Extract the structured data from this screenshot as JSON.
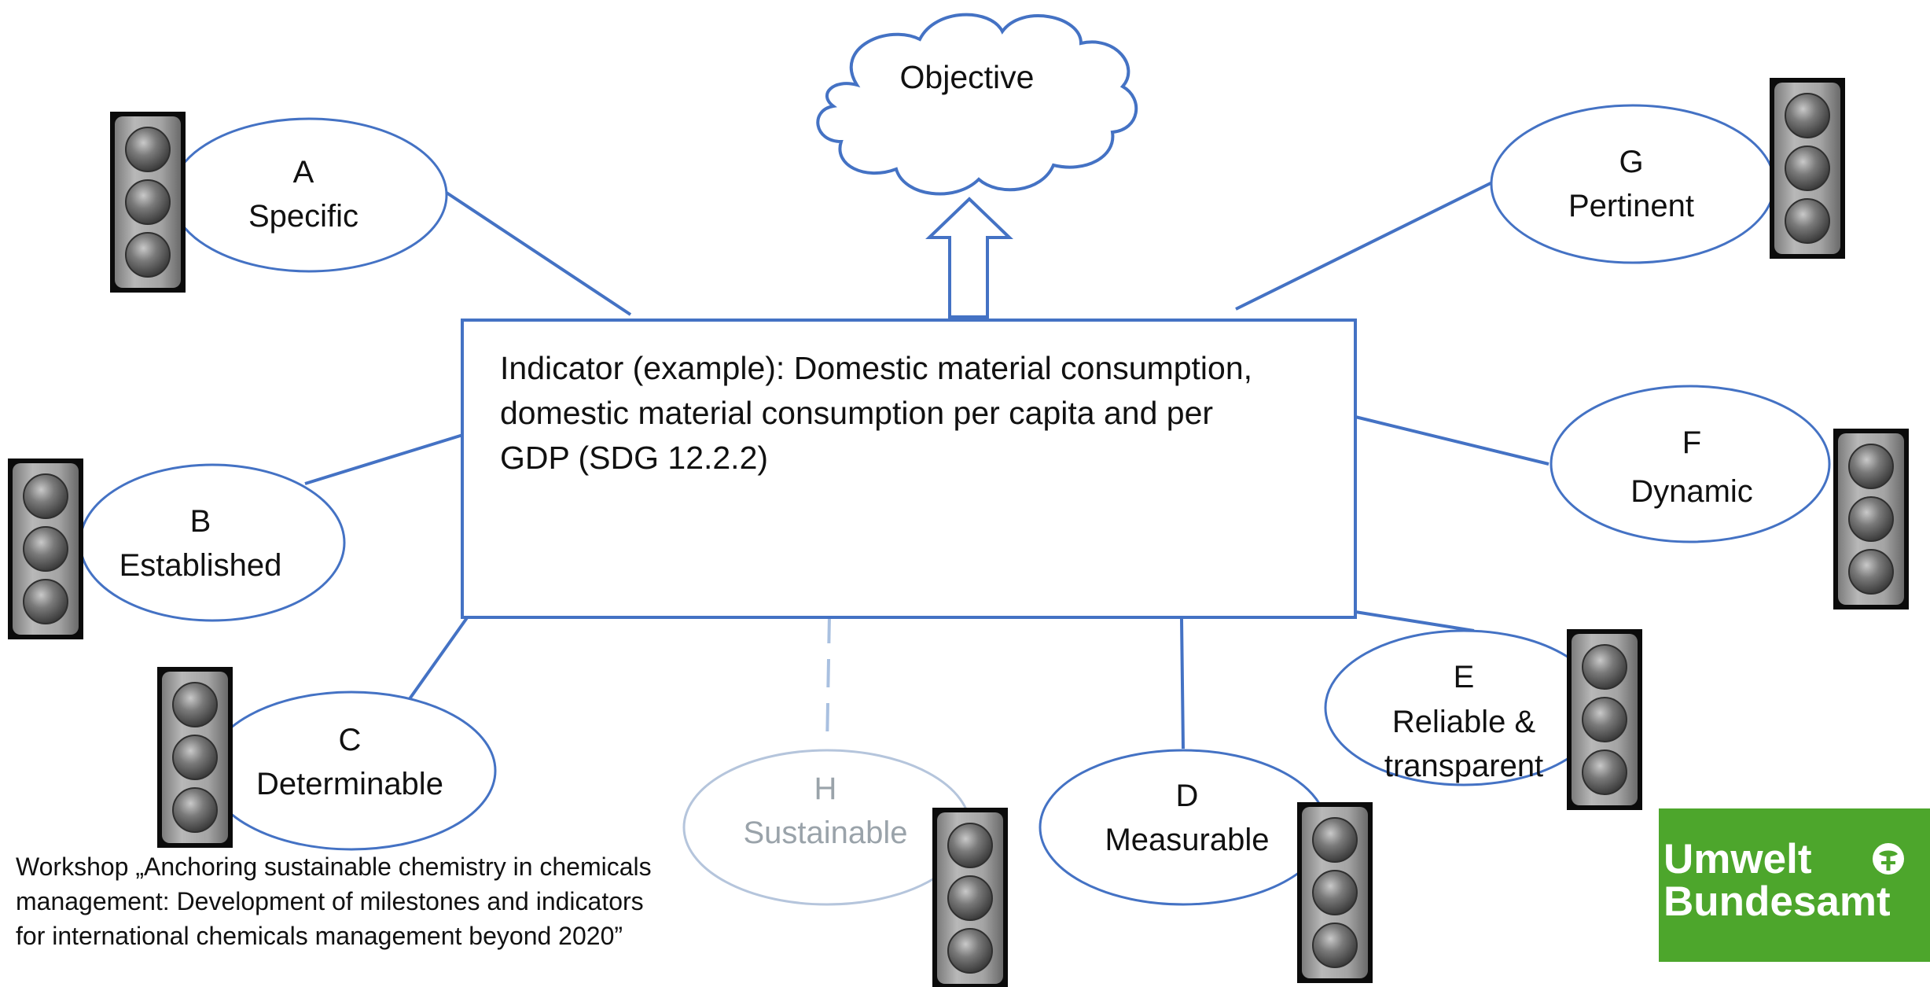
{
  "objective": "Objective",
  "indicator": "Indicator (example): Domestic material consumption,\ndomestic material consumption per capita and per\nGDP (SDG 12.2.2)",
  "criteria": [
    {
      "letter": "A",
      "label": "Specific"
    },
    {
      "letter": "B",
      "label": "Established"
    },
    {
      "letter": "C",
      "label": "Determinable"
    },
    {
      "letter": "D",
      "label": "Measurable"
    },
    {
      "letter": "E",
      "label": "Reliable &",
      "label2": "transparent"
    },
    {
      "letter": "F",
      "label": "Dynamic"
    },
    {
      "letter": "G",
      "label": "Pertinent"
    },
    {
      "letter": "H",
      "label": "Sustainable"
    }
  ],
  "workshop": "Workshop „Anchoring sustainable chemistry in chemicals\nmanagement: Development of milestones and indicators\nfor international chemicals management beyond 2020”",
  "logo": {
    "line1": "Umwelt",
    "line2": "Bundesamt",
    "color": "#4da62c"
  },
  "colors": {
    "connector": "#4472c4",
    "connector_faded": "#a9c0e0",
    "ellipse_stroke": "#4472c4",
    "ellipse_faded_stroke": "#b5c5dc",
    "traffic_light": "#9c9c9c",
    "lamp": "#6b6b6b"
  }
}
